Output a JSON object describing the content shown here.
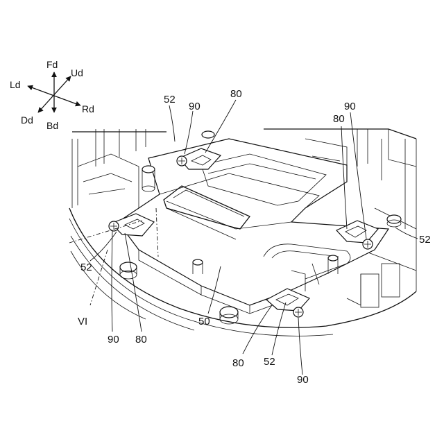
{
  "directions": {
    "fd": "Fd",
    "ud": "Ud",
    "ld": "Ld",
    "rd": "Rd",
    "dd": "Dd",
    "bd": "Bd"
  },
  "labels": [
    {
      "id": "l52a",
      "text": "52"
    },
    {
      "id": "l90a",
      "text": "90"
    },
    {
      "id": "l80a",
      "text": "80"
    },
    {
      "id": "l90b",
      "text": "90"
    },
    {
      "id": "l80b",
      "text": "80"
    },
    {
      "id": "l52b",
      "text": "52"
    },
    {
      "id": "l52c",
      "text": "52"
    },
    {
      "id": "lVI",
      "text": "VI"
    },
    {
      "id": "l90c",
      "text": "90"
    },
    {
      "id": "l80c",
      "text": "80"
    },
    {
      "id": "l50",
      "text": "50"
    },
    {
      "id": "l80d",
      "text": "80"
    },
    {
      "id": "l52d",
      "text": "52"
    },
    {
      "id": "l90d",
      "text": "90"
    }
  ]
}
